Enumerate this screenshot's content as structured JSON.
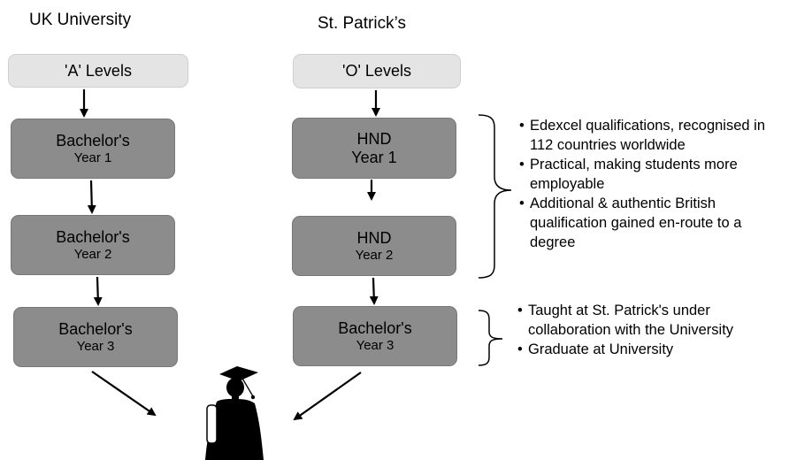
{
  "columns": {
    "uk": {
      "title": "UK University",
      "boxes": [
        {
          "line1": "'A' Levels",
          "line2": ""
        },
        {
          "line1": "Bachelor's",
          "line2": "Year 1"
        },
        {
          "line1": "Bachelor's",
          "line2": "Year 2"
        },
        {
          "line1": "Bachelor's",
          "line2": "Year 3"
        }
      ]
    },
    "sp": {
      "title": "St. Patrick’s",
      "boxes": [
        {
          "line1": "'O' Levels",
          "line2": ""
        },
        {
          "line1": "HND",
          "line2": "Year 1"
        },
        {
          "line1": "HND",
          "line2": "Year 2"
        },
        {
          "line1": "Bachelor's",
          "line2": "Year 3"
        }
      ]
    }
  },
  "notes_group_1": [
    "Edexcel qualifications, recognised in 112 countries worldwide",
    "Practical, making students more employable",
    "Additional & authentic British qualification gained en-route to a degree"
  ],
  "notes_group_2": [
    "Taught at St. Patrick's under collaboration with the University",
    "Graduate at University"
  ],
  "colors": {
    "box_dark": "#8c8c8c",
    "box_light": "#e4e4e4"
  },
  "icons": {
    "graduate": "graduate-silhouette-icon"
  }
}
